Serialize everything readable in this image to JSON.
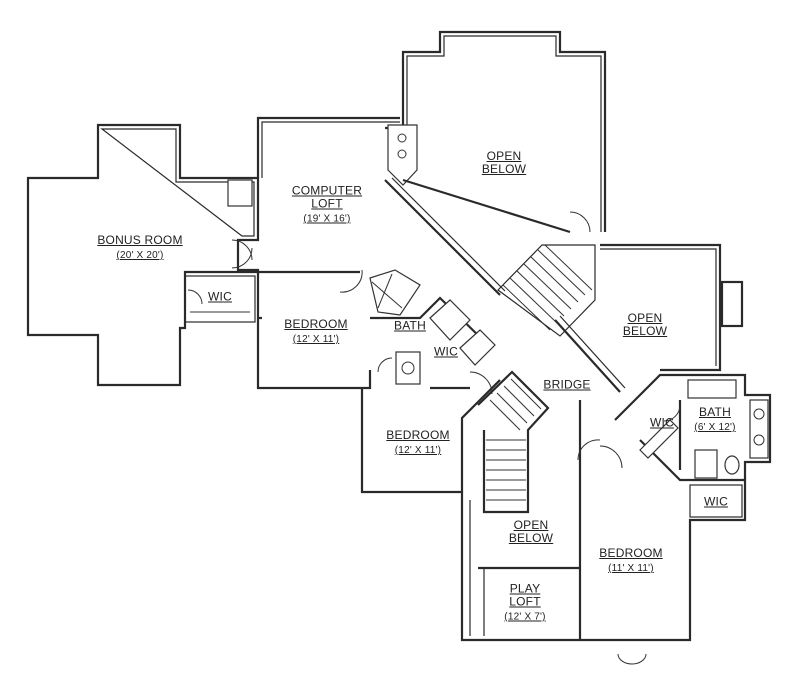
{
  "rooms": {
    "bonus_room": {
      "name": "BONUS ROOM",
      "dims": "(20' X 20')"
    },
    "computer_loft": {
      "name": "COMPUTER",
      "name2": "LOFT",
      "dims": "(19' X 16')"
    },
    "open_below_top": {
      "name": "OPEN",
      "name2": "BELOW"
    },
    "open_below_right": {
      "name": "OPEN",
      "name2": "BELOW"
    },
    "open_below_bottom": {
      "name": "OPEN",
      "name2": "BELOW"
    },
    "wic_left": {
      "name": "WIC"
    },
    "bedroom_1": {
      "name": "BEDROOM",
      "dims": "(12' X 11')"
    },
    "bath_1": {
      "name": "BATH"
    },
    "wic_mid": {
      "name": "WIC"
    },
    "bridge": {
      "name": "BRIDGE"
    },
    "bedroom_2": {
      "name": "BEDROOM",
      "dims": "(12' X 11')"
    },
    "wic_right": {
      "name": "WIC"
    },
    "bath_2": {
      "name": "BATH",
      "dims": "(6' X 12')"
    },
    "wic_lower": {
      "name": "WIC"
    },
    "bedroom_3": {
      "name": "BEDROOM",
      "dims": "(11' X 11')"
    },
    "play_loft": {
      "name": "PLAY",
      "name2": "LOFT",
      "dims": "(12' X 7')"
    }
  }
}
